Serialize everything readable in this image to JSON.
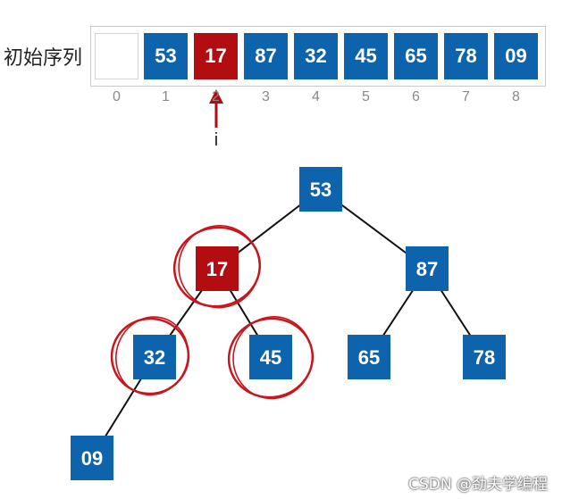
{
  "sequence_label": "初始序列",
  "array": {
    "values": [
      "",
      "53",
      "17",
      "87",
      "32",
      "45",
      "65",
      "78",
      "09"
    ],
    "indices": [
      "0",
      "1",
      "2",
      "3",
      "4",
      "5",
      "6",
      "7",
      "8"
    ],
    "highlight_index": 2
  },
  "pointer": {
    "label": "i",
    "color": "#b00d12"
  },
  "tree": {
    "nodes": [
      "53",
      "17",
      "87",
      "32",
      "45",
      "65",
      "78",
      "09"
    ],
    "edges": [
      [
        0,
        1
      ],
      [
        0,
        2
      ],
      [
        1,
        3
      ],
      [
        1,
        4
      ],
      [
        2,
        5
      ],
      [
        2,
        6
      ],
      [
        3,
        7
      ]
    ],
    "highlighted": [
      1
    ],
    "circled": [
      1,
      3,
      4
    ]
  },
  "colors": {
    "node": "#0e63ad",
    "highlight": "#b20e12",
    "circle": "#c8161d",
    "edge": "#111111"
  },
  "watermark": "CSDN @劲夫学编程"
}
